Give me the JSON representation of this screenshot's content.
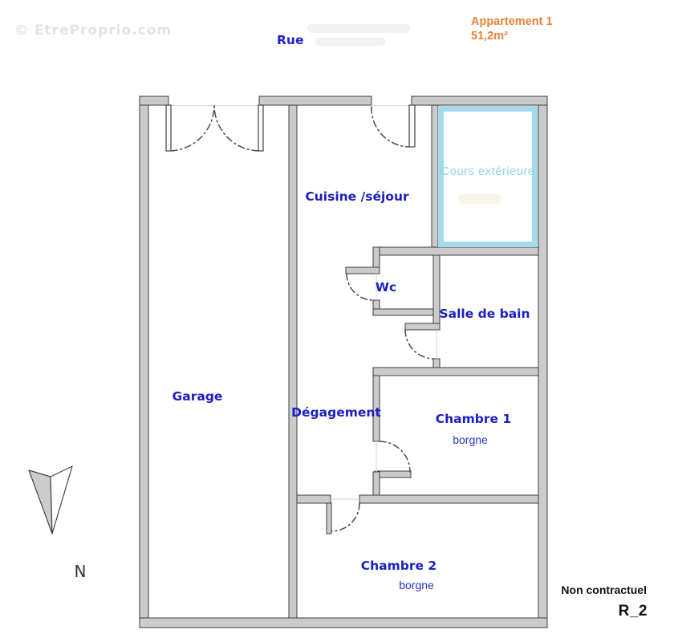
{
  "watermark": "© EtreProprio.com",
  "street": {
    "label": "Rue"
  },
  "apartment": {
    "title": "Appartement 1",
    "area": "51,2m²"
  },
  "rooms": {
    "garage": {
      "label": "Garage"
    },
    "cuisine": {
      "label": "Cuisine /séjour"
    },
    "cours": {
      "label": "Cours extérieure"
    },
    "wc": {
      "label": "Wc"
    },
    "salle_de_bain": {
      "label": "Salle de bain"
    },
    "degagement": {
      "label": "Dégagement"
    },
    "chambre1": {
      "label": "Chambre 1",
      "note": "borgne"
    },
    "chambre2": {
      "label": "Chambre 2",
      "note": "borgne"
    }
  },
  "compass": {
    "label": "N"
  },
  "footer": {
    "disclaimer": "Non contractuel",
    "floor": "R_2"
  },
  "colors": {
    "room_label_blue": "#1B1EC0",
    "accent_orange": "#E8823A",
    "courtyard_cyan": "#A5DAEB",
    "courtyard_text": "#93D4E8",
    "wall_fill": "#CBCBCB",
    "wall_outline": "#3F3F3F",
    "watermark_gray": "#E3E3E3"
  }
}
